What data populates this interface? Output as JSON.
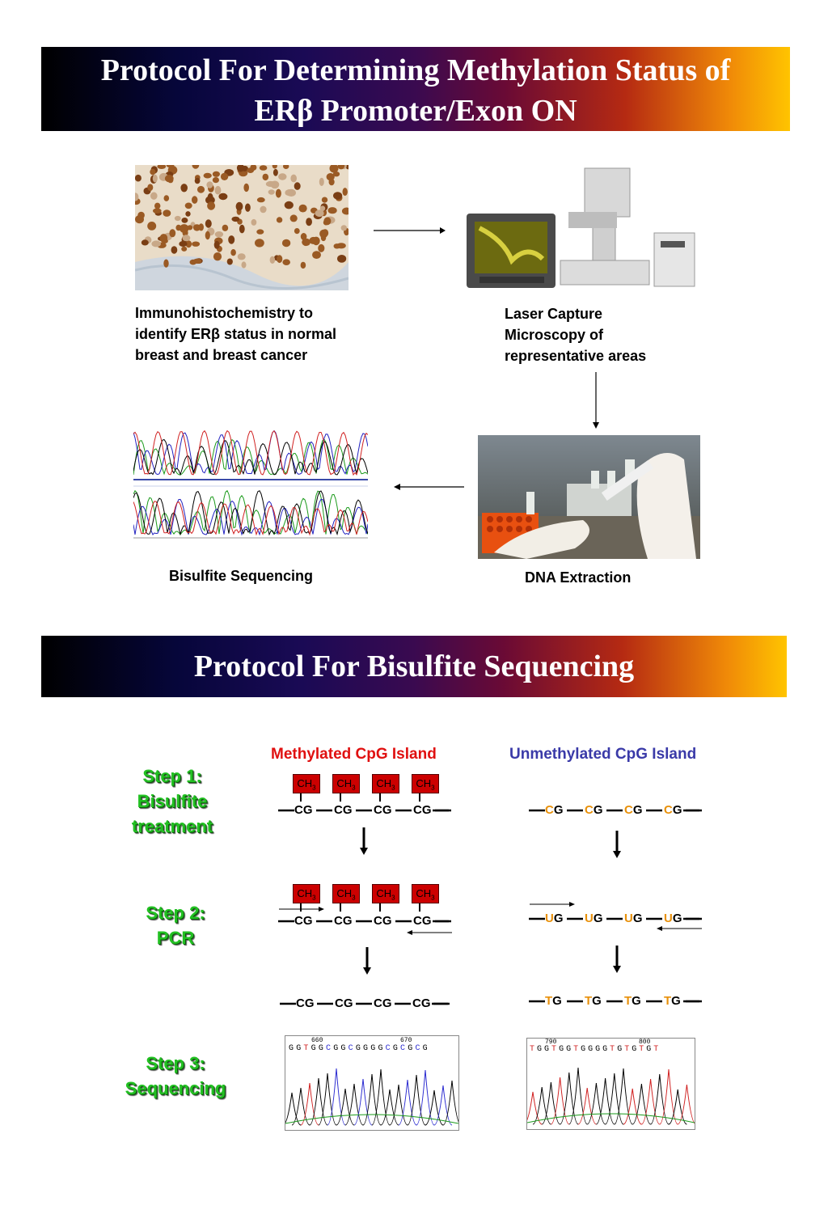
{
  "banner1": {
    "line1": "Protocol For Determining Methylation Status of",
    "line2": "ERβ Promoter/Exon ON"
  },
  "banner2": {
    "title": "Protocol For Bisulfite Sequencing"
  },
  "workflow": {
    "ihc_caption": [
      "Immunohistochemistry to",
      "identify ERβ status in normal",
      "breast and breast cancer"
    ],
    "lcm_caption": [
      "Laser Capture",
      "Microscopy of",
      "representative areas"
    ],
    "bisulfite_caption": "Bisulfite Sequencing",
    "dna_caption": "DNA Extraction"
  },
  "protocol": {
    "methylated_heading": "Methylated CpG Island",
    "unmethylated_heading": "Unmethylated CpG Island",
    "step1": [
      "Step 1:",
      "Bisulfite",
      "treatment"
    ],
    "step2": [
      "Step 2:",
      "PCR"
    ],
    "step3": [
      "Step 3:",
      "Sequencing"
    ],
    "ch3_label": "CH",
    "ch3_sub": "3",
    "dinuc": "CG",
    "unmeth_step1": {
      "base": "C",
      "rest": "G"
    },
    "unmeth_step2": {
      "base": "U",
      "rest": "G"
    },
    "unmeth_step3": {
      "base": "T",
      "rest": "G"
    },
    "seq_meth": {
      "pos1": "660",
      "pos2": "670",
      "seq": "GGTGGCGGCGGGGCGCGCG"
    },
    "seq_unmeth": {
      "pos1": "790",
      "pos2": "800",
      "seq": "TGGTGGTGGGGTGTGTGT"
    }
  },
  "colors": {
    "methylated": "#e01010",
    "unmethylated": "#3a3aa8",
    "step": "#22c022",
    "converted_base": "#e8900a",
    "ch3_box": "#cc0000"
  }
}
